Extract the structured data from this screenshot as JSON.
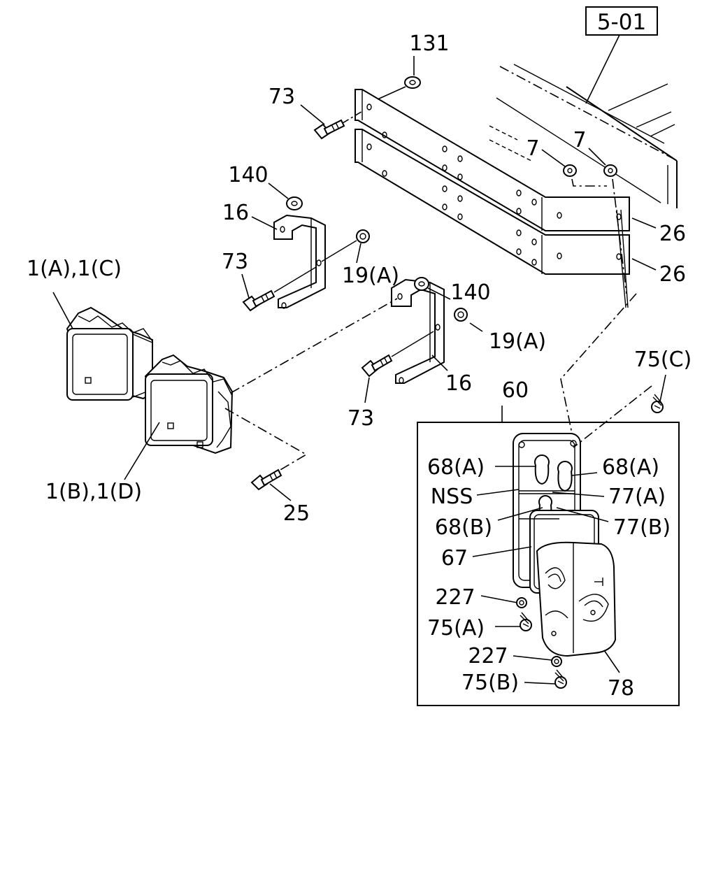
{
  "section_ref": "5-01",
  "callouts": {
    "c131": "131",
    "c73_top": "73",
    "c7_left": "7",
    "c7_right": "7",
    "c26_upper": "26",
    "c26_lower": "26",
    "c140_upper": "140",
    "c16_upper": "16",
    "c73_mid": "73",
    "c19a_upper": "19(A)",
    "c140_lower": "140",
    "c19a_lower": "19(A)",
    "c16_lower": "16",
    "c73_low": "73",
    "c1ac": "1(A),1(C)",
    "c1bd": "1(B),1(D)",
    "c25": "25",
    "c60": "60",
    "c75c": "75(C)",
    "c68a_left": "68(A)",
    "c68a_right": "68(A)",
    "cNSS": "NSS",
    "c77a": "77(A)",
    "c68b": "68(B)",
    "c77b": "77(B)",
    "c67": "67",
    "c227_upper": "227",
    "c75a": "75(A)",
    "c227_lower": "227",
    "c75b": "75(B)",
    "c78": "78"
  }
}
